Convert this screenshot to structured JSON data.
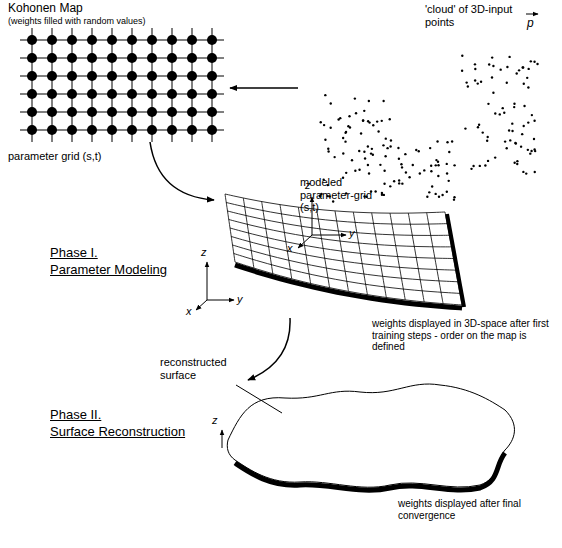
{
  "diagram": {
    "labels": [
      "Kohonen Map",
      "(weights filled with random values)",
      "'cloud' of 3D-input points",
      "p",
      "z",
      "y",
      "x",
      "parameter grid (s,t)",
      "modeled parameter-grid (s,t)",
      "Phase I.",
      "Parameter Modeling",
      "z",
      "y",
      "x",
      "weights displayed in 3D-space after first training steps - order on the map is defined",
      "reconstructed surface",
      "Phase II.",
      "Surface Reconstruction",
      "z",
      "weights displayed after final convergence"
    ]
  }
}
